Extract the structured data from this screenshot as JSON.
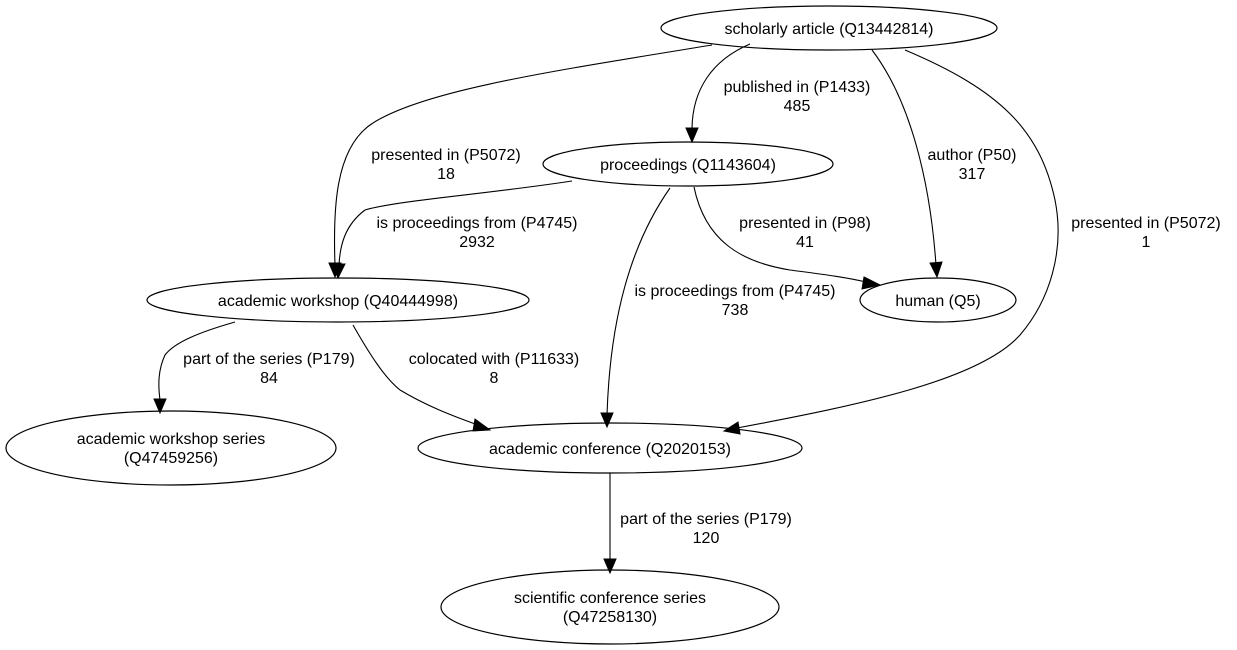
{
  "graph": {
    "nodes": [
      {
        "id": "scholarly_article",
        "lines": [
          "scholarly article (Q13442814)"
        ]
      },
      {
        "id": "proceedings",
        "lines": [
          "proceedings (Q1143604)"
        ]
      },
      {
        "id": "academic_workshop",
        "lines": [
          "academic workshop (Q40444998)"
        ]
      },
      {
        "id": "human",
        "lines": [
          "human (Q5)"
        ]
      },
      {
        "id": "academic_workshop_series",
        "lines": [
          "academic workshop series",
          "(Q47459256)"
        ]
      },
      {
        "id": "academic_conference",
        "lines": [
          "academic conference (Q2020153)"
        ]
      },
      {
        "id": "scientific_conference_series",
        "lines": [
          "scientific conference series",
          "(Q47258130)"
        ]
      }
    ],
    "edges": [
      {
        "id": "e1",
        "from": "scholarly_article",
        "to": "proceedings",
        "label": "published in (P1433)",
        "count": "485"
      },
      {
        "id": "e2",
        "from": "scholarly_article",
        "to": "academic_workshop",
        "label": "presented in (P5072)",
        "count": "18"
      },
      {
        "id": "e3",
        "from": "scholarly_article",
        "to": "human",
        "label": "author (P50)",
        "count": "317"
      },
      {
        "id": "e4",
        "from": "scholarly_article",
        "to": "academic_conference",
        "label": "presented in (P5072)",
        "count": "1"
      },
      {
        "id": "e5",
        "from": "proceedings",
        "to": "academic_workshop",
        "label": "is proceedings from (P4745)",
        "count": "2932"
      },
      {
        "id": "e6",
        "from": "proceedings",
        "to": "human",
        "label": "presented in (P98)",
        "count": "41"
      },
      {
        "id": "e7",
        "from": "proceedings",
        "to": "academic_conference",
        "label": "is proceedings from (P4745)",
        "count": "738"
      },
      {
        "id": "e8",
        "from": "academic_workshop",
        "to": "academic_workshop_series",
        "label": "part of the series (P179)",
        "count": "84"
      },
      {
        "id": "e9",
        "from": "academic_workshop",
        "to": "academic_conference",
        "label": "colocated with (P11633)",
        "count": "8"
      },
      {
        "id": "e10",
        "from": "academic_conference",
        "to": "scientific_conference_series",
        "label": "part of the series (P179)",
        "count": "120"
      }
    ]
  }
}
